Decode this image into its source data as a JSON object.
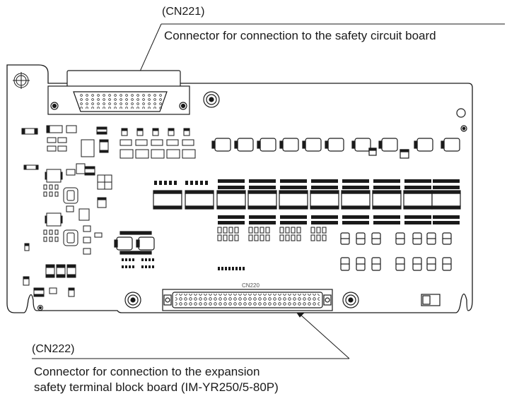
{
  "callouts": {
    "top": {
      "code": "(CN221)",
      "description": "Connector for connection to the safety circuit board"
    },
    "bottom": {
      "code": "(CN222)",
      "description_line1": "Connector for connection to the expansion",
      "description_line2": "safety terminal block board (IM-YR250/5-80P)"
    }
  },
  "board": {
    "silkscreen_connector_label": "CN220"
  },
  "colors": {
    "line": "#1a1a1a",
    "board_fill": "#ffffff",
    "accent_dark": "#2b2b2b"
  }
}
